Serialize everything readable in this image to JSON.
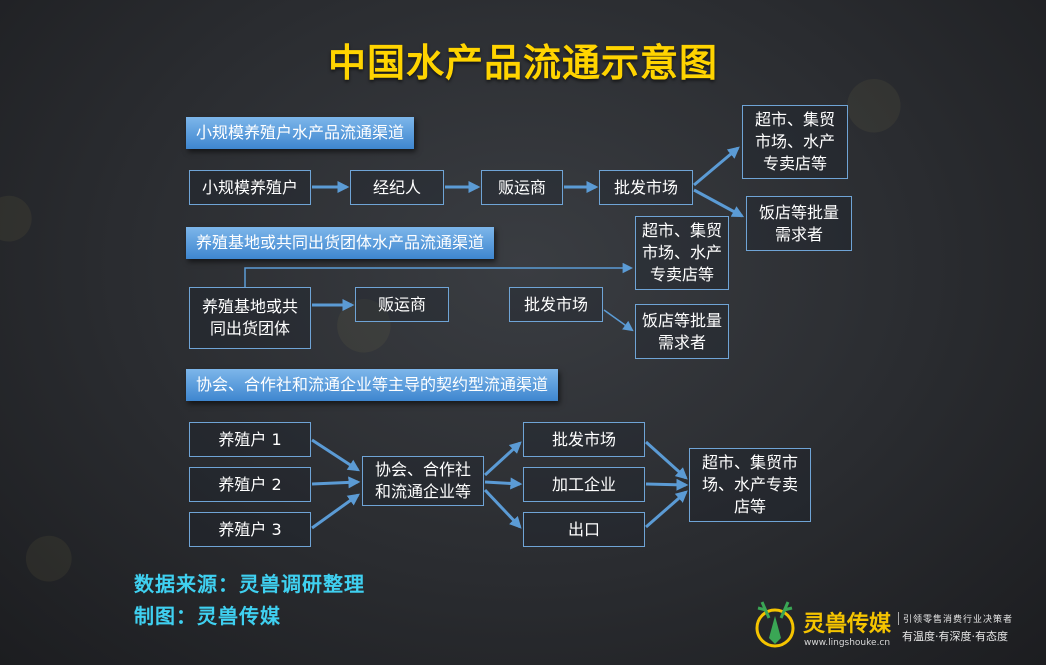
{
  "title": "中国水产品流通示意图",
  "sections": [
    {
      "header": "小规模养殖户水产品流通渠道",
      "nodes": [
        "小规模养殖户",
        "经纪人",
        "贩运商",
        "批发市场"
      ],
      "outlets": [
        "超市、集贸市场、水产专卖店等",
        "饭店等批量需求者"
      ]
    },
    {
      "header": "养殖基地或共同出货团体水产品流通渠道",
      "nodes": [
        "养殖基地或共同出货团体",
        "贩运商",
        "批发市场"
      ],
      "outlets": [
        "超市、集贸市场、水产专卖店等",
        "饭店等批量需求者"
      ]
    },
    {
      "header": "协会、合作社和流通企业等主导的契约型流通渠道",
      "farmers": [
        "养殖户 1",
        "养殖户 2",
        "养殖户 3"
      ],
      "hub": "协会、合作社和流通企业等",
      "channels": [
        "批发市场",
        "加工企业",
        "出口"
      ],
      "outlet": "超市、集贸市场、水产专卖店等"
    }
  ],
  "footer": {
    "source": "数据来源：灵兽调研整理",
    "maker": "制图：灵兽传媒"
  },
  "logo": {
    "name": "灵兽传媒",
    "url": "www.lingshouke.cn",
    "slogan": "引领零售消费行业决策者",
    "motto": "有温度·有深度·有态度"
  },
  "colors": {
    "title": "#ffd400",
    "box_border": "#6fa4d6",
    "arrow": "#5b9bd5",
    "header_fill": "#4a90d9",
    "footer_text": "#3fd0f0"
  }
}
